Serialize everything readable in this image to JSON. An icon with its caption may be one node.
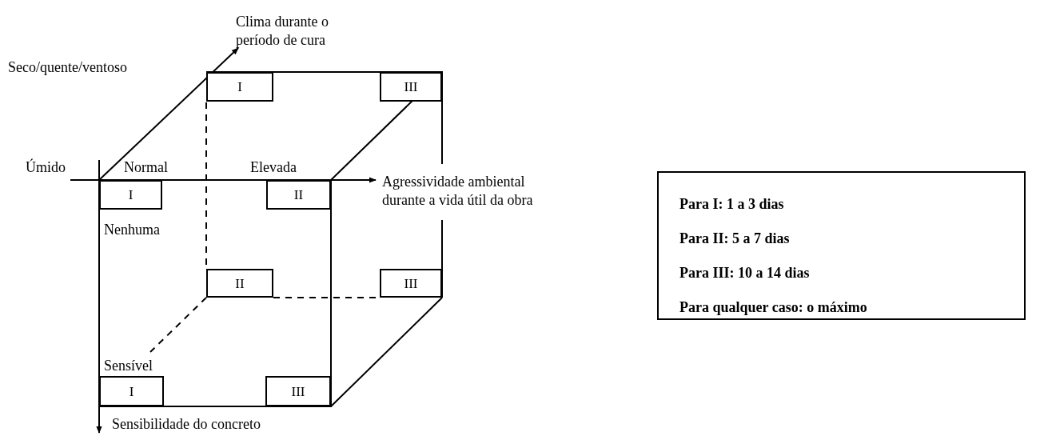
{
  "diagram": {
    "nodes": [
      {
        "text": [
          "I"
        ]
      },
      {
        "text": [
          "III"
        ]
      },
      {
        "text": [
          "I"
        ]
      },
      {
        "text": [
          "II"
        ]
      },
      {
        "text": [
          "II"
        ]
      },
      {
        "text": [
          "III"
        ]
      },
      {
        "text": [
          "I"
        ]
      },
      {
        "text": [
          "III"
        ]
      },
      {
        "text": [
          "Para I: 1 a 3 dias",
          "Para II: 5 a 7 dias",
          "Para III: 10 a 14 dias",
          "Para qualquer caso: o máximo"
        ]
      }
    ],
    "labels": [
      "Clima durante o período de cura",
      "Seco/quente/ventoso",
      "Úmido",
      "Normal",
      "Elevada",
      "Agressividade ambiental durante a vida útil da obra",
      "Nenhuma",
      "Sensível",
      "Sensibilidade do concreto"
    ]
  }
}
